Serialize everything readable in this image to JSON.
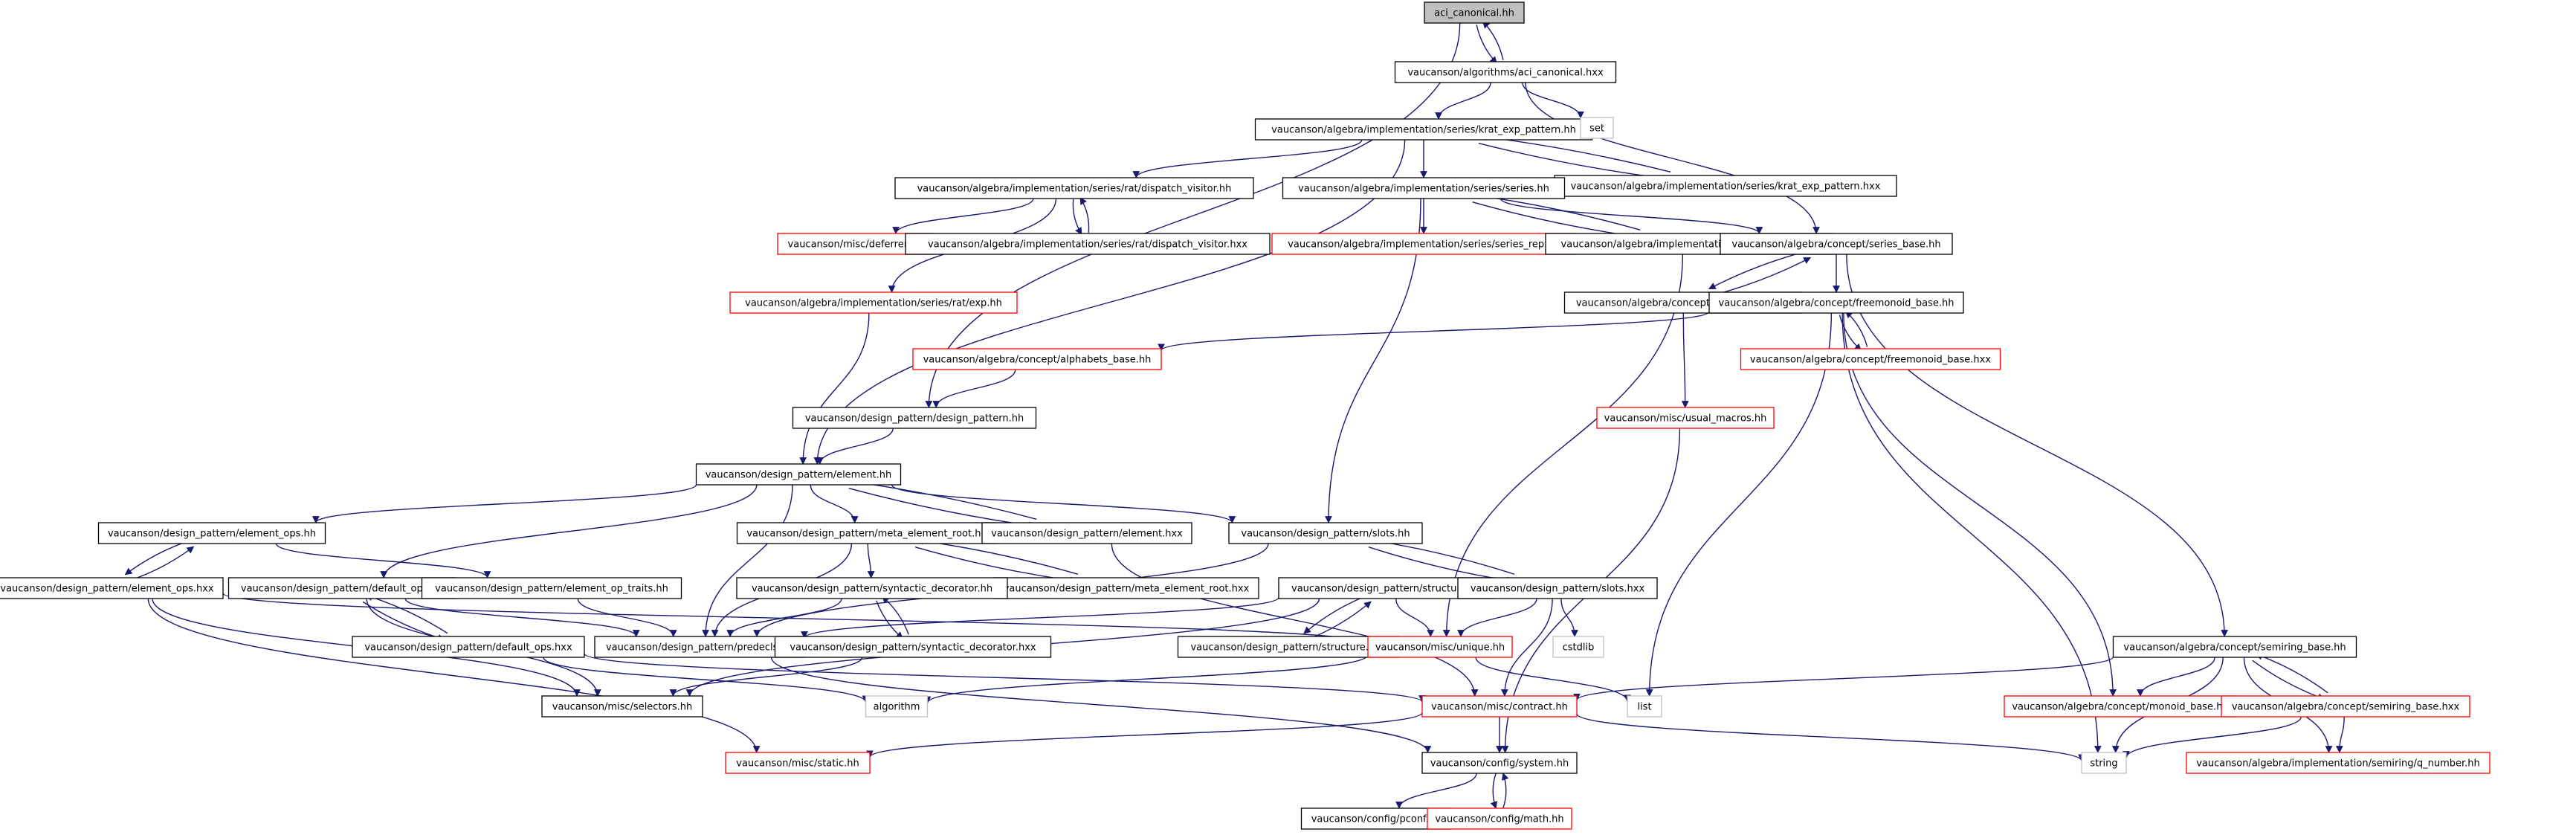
{
  "colors": {
    "edge": "#191970",
    "root_fill": "#bfbfbf",
    "normal_border": "#000000",
    "truncated_border": "#ff0000",
    "external_border": "#bfbfbf",
    "background": "#ffffff"
  },
  "nodes": [
    {
      "id": "n0",
      "label": "aci_canonical.hh",
      "style": "root"
    },
    {
      "id": "n1",
      "label": "vaucanson/algorithms/aci_canonical.hxx",
      "style": "normal"
    },
    {
      "id": "n2",
      "label": "vaucanson/algebra/implementation/series/krat_exp_pattern.hh",
      "style": "normal"
    },
    {
      "id": "n3",
      "label": "set",
      "style": "external"
    },
    {
      "id": "n4",
      "label": "vaucanson/algebra/implementation/series/krat_exp_pattern.hxx",
      "style": "normal"
    },
    {
      "id": "n5",
      "label": "vaucanson/algebra/implementation/series/rat/dispatch_visitor.hh",
      "style": "normal"
    },
    {
      "id": "n6",
      "label": "vaucanson/algebra/implementation/series/series.hh",
      "style": "normal"
    },
    {
      "id": "n7",
      "label": "vaucanson/misc/deferrer.hh",
      "style": "truncated"
    },
    {
      "id": "n8",
      "label": "vaucanson/algebra/implementation/series/rat/dispatch_visitor.hxx",
      "style": "normal"
    },
    {
      "id": "n9",
      "label": "vaucanson/algebra/implementation/series/series_rep.hh",
      "style": "truncated"
    },
    {
      "id": "n10",
      "label": "vaucanson/algebra/implementation/series/series.hxx",
      "style": "normal"
    },
    {
      "id": "n11",
      "label": "vaucanson/algebra/concept/series_base.hh",
      "style": "normal"
    },
    {
      "id": "n12",
      "label": "vaucanson/algebra/implementation/series/rat/exp.hh",
      "style": "truncated"
    },
    {
      "id": "n13",
      "label": "vaucanson/algebra/concept/series_base.hxx",
      "style": "normal"
    },
    {
      "id": "n14",
      "label": "vaucanson/algebra/concept/freemonoid_base.hh",
      "style": "normal"
    },
    {
      "id": "n15",
      "label": "vaucanson/algebra/concept/alphabets_base.hh",
      "style": "truncated"
    },
    {
      "id": "n16",
      "label": "vaucanson/algebra/concept/freemonoid_base.hxx",
      "style": "truncated"
    },
    {
      "id": "n17",
      "label": "vaucanson/design_pattern/design_pattern.hh",
      "style": "normal"
    },
    {
      "id": "n18",
      "label": "vaucanson/misc/usual_macros.hh",
      "style": "truncated"
    },
    {
      "id": "n19",
      "label": "vaucanson/design_pattern/element.hh",
      "style": "normal"
    },
    {
      "id": "n20",
      "label": "vaucanson/design_pattern/element_ops.hh",
      "style": "normal"
    },
    {
      "id": "n21",
      "label": "vaucanson/design_pattern/meta_element_root.hh",
      "style": "normal"
    },
    {
      "id": "n22",
      "label": "vaucanson/design_pattern/element.hxx",
      "style": "normal"
    },
    {
      "id": "n23",
      "label": "vaucanson/design_pattern/slots.hh",
      "style": "normal"
    },
    {
      "id": "n24",
      "label": "vaucanson/design_pattern/element_ops.hxx",
      "style": "normal"
    },
    {
      "id": "n25",
      "label": "vaucanson/design_pattern/default_ops.hh",
      "style": "normal"
    },
    {
      "id": "n26",
      "label": "vaucanson/design_pattern/element_op_traits.hh",
      "style": "normal"
    },
    {
      "id": "n27",
      "label": "vaucanson/design_pattern/meta_element_root.hxx",
      "style": "normal"
    },
    {
      "id": "n28",
      "label": "vaucanson/design_pattern/structure.hh",
      "style": "normal"
    },
    {
      "id": "n29",
      "label": "vaucanson/design_pattern/slots.hxx",
      "style": "normal"
    },
    {
      "id": "n30",
      "label": "vaucanson/design_pattern/syntactic_decorator.hh",
      "style": "normal"
    },
    {
      "id": "n31",
      "label": "vaucanson/design_pattern/default_ops.hxx",
      "style": "normal"
    },
    {
      "id": "n32",
      "label": "vaucanson/design_pattern/predecls.hh",
      "style": "normal"
    },
    {
      "id": "n33",
      "label": "vaucanson/design_pattern/syntactic_decorator.hxx",
      "style": "normal"
    },
    {
      "id": "n34",
      "label": "vaucanson/design_pattern/structure.hxx",
      "style": "normal"
    },
    {
      "id": "n35",
      "label": "vaucanson/misc/unique.hh",
      "style": "truncated"
    },
    {
      "id": "n36",
      "label": "cstdlib",
      "style": "external"
    },
    {
      "id": "n37",
      "label": "vaucanson/algebra/concept/semiring_base.hh",
      "style": "normal"
    },
    {
      "id": "n38",
      "label": "vaucanson/misc/selectors.hh",
      "style": "normal"
    },
    {
      "id": "n39",
      "label": "algorithm",
      "style": "external"
    },
    {
      "id": "n40",
      "label": "vaucanson/misc/contract.hh",
      "style": "truncated"
    },
    {
      "id": "n41",
      "label": "list",
      "style": "external"
    },
    {
      "id": "n42",
      "label": "vaucanson/algebra/concept/monoid_base.hh",
      "style": "truncated"
    },
    {
      "id": "n43",
      "label": "vaucanson/algebra/concept/semiring_base.hxx",
      "style": "truncated"
    },
    {
      "id": "n44",
      "label": "vaucanson/misc/static.hh",
      "style": "truncated"
    },
    {
      "id": "n45",
      "label": "vaucanson/config/system.hh",
      "style": "normal"
    },
    {
      "id": "n46",
      "label": "string",
      "style": "external"
    },
    {
      "id": "n47",
      "label": "vaucanson/algebra/implementation/semiring/q_number.hh",
      "style": "truncated"
    },
    {
      "id": "n48",
      "label": "vaucanson/config/pconf.hh",
      "style": "normal"
    },
    {
      "id": "n49",
      "label": "vaucanson/config/math.hh",
      "style": "truncated"
    }
  ],
  "edges": [
    [
      "n0",
      "n1"
    ],
    [
      "n1",
      "n0"
    ],
    [
      "n0",
      "n17"
    ],
    [
      "n1",
      "n2"
    ],
    [
      "n1",
      "n3"
    ],
    [
      "n1",
      "n11"
    ],
    [
      "n2",
      "n4"
    ],
    [
      "n4",
      "n2"
    ],
    [
      "n2",
      "n5"
    ],
    [
      "n2",
      "n6"
    ],
    [
      "n2",
      "n19"
    ],
    [
      "n5",
      "n7"
    ],
    [
      "n5",
      "n8"
    ],
    [
      "n8",
      "n5"
    ],
    [
      "n5",
      "n12"
    ],
    [
      "n6",
      "n9"
    ],
    [
      "n6",
      "n10"
    ],
    [
      "n10",
      "n6"
    ],
    [
      "n6",
      "n11"
    ],
    [
      "n6",
      "n23"
    ],
    [
      "n10",
      "n35"
    ],
    [
      "n11",
      "n13"
    ],
    [
      "n13",
      "n11"
    ],
    [
      "n11",
      "n14"
    ],
    [
      "n11",
      "n37"
    ],
    [
      "n12",
      "n19"
    ],
    [
      "n13",
      "n18"
    ],
    [
      "n14",
      "n15"
    ],
    [
      "n14",
      "n16"
    ],
    [
      "n16",
      "n14"
    ],
    [
      "n14",
      "n41"
    ],
    [
      "n14",
      "n42"
    ],
    [
      "n14",
      "n46"
    ],
    [
      "n15",
      "n17"
    ],
    [
      "n17",
      "n19"
    ],
    [
      "n18",
      "n45"
    ],
    [
      "n19",
      "n20"
    ],
    [
      "n19",
      "n21"
    ],
    [
      "n19",
      "n22"
    ],
    [
      "n22",
      "n19"
    ],
    [
      "n19",
      "n23"
    ],
    [
      "n19",
      "n25"
    ],
    [
      "n19",
      "n32"
    ],
    [
      "n20",
      "n24"
    ],
    [
      "n24",
      "n20"
    ],
    [
      "n20",
      "n26"
    ],
    [
      "n21",
      "n27"
    ],
    [
      "n27",
      "n21"
    ],
    [
      "n21",
      "n30"
    ],
    [
      "n21",
      "n32"
    ],
    [
      "n22",
      "n40"
    ],
    [
      "n23",
      "n29"
    ],
    [
      "n29",
      "n23"
    ],
    [
      "n23",
      "n32"
    ],
    [
      "n24",
      "n35"
    ],
    [
      "n24",
      "n38"
    ],
    [
      "n24",
      "n44"
    ],
    [
      "n25",
      "n31"
    ],
    [
      "n31",
      "n25"
    ],
    [
      "n25",
      "n32"
    ],
    [
      "n25",
      "n38"
    ],
    [
      "n26",
      "n32"
    ],
    [
      "n28",
      "n34"
    ],
    [
      "n34",
      "n28"
    ],
    [
      "n28",
      "n32"
    ],
    [
      "n28",
      "n35"
    ],
    [
      "n28",
      "n38"
    ],
    [
      "n29",
      "n35"
    ],
    [
      "n29",
      "n36"
    ],
    [
      "n29",
      "n40"
    ],
    [
      "n30",
      "n33"
    ],
    [
      "n33",
      "n30"
    ],
    [
      "n30",
      "n32"
    ],
    [
      "n31",
      "n39"
    ],
    [
      "n31",
      "n40"
    ],
    [
      "n32",
      "n45"
    ],
    [
      "n33",
      "n38"
    ],
    [
      "n35",
      "n39"
    ],
    [
      "n35",
      "n41"
    ],
    [
      "n37",
      "n40"
    ],
    [
      "n37",
      "n42"
    ],
    [
      "n37",
      "n43"
    ],
    [
      "n43",
      "n37"
    ],
    [
      "n37",
      "n46"
    ],
    [
      "n37",
      "n47"
    ],
    [
      "n40",
      "n44"
    ],
    [
      "n40",
      "n45"
    ],
    [
      "n40",
      "n46"
    ],
    [
      "n43",
      "n46"
    ],
    [
      "n43",
      "n47"
    ],
    [
      "n45",
      "n48"
    ],
    [
      "n45",
      "n49"
    ],
    [
      "n49",
      "n45"
    ]
  ]
}
